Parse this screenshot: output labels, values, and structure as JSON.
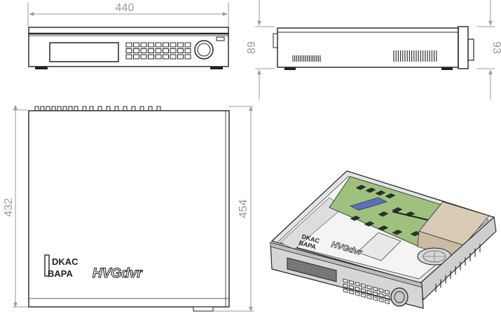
{
  "dimensions": {
    "width": "440",
    "height_front": "89",
    "height_side": "93",
    "depth_left": "432",
    "depth_right": "454"
  },
  "brand": {
    "logo_line1": "DKAC",
    "logo_line2": "BAPA",
    "product": "HVGdvr",
    "logo_iso_line1": "DKAC",
    "logo_iso_line2": "BAPA",
    "product_iso": "HVGdvr"
  },
  "colors": {
    "dimension": "#9a9a9a",
    "line": "#222222",
    "pcb": "#9ec27d",
    "psu": "#d9cbb6",
    "chassis_top": "#e4e4e4",
    "chassis_side": "#cfcfcf"
  }
}
